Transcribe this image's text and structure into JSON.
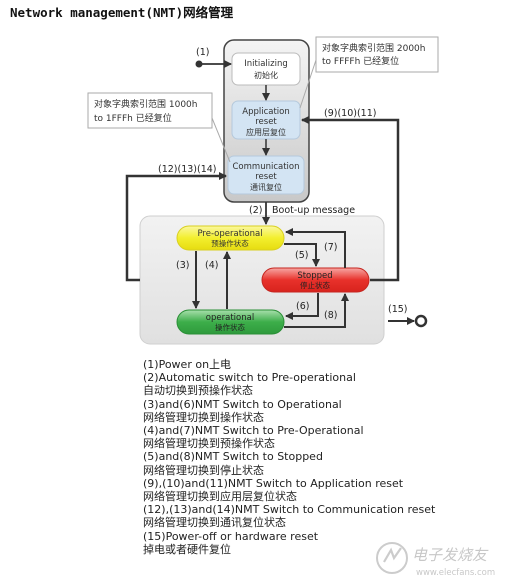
{
  "title": "Network management(NMT)网络管理",
  "states": {
    "initializing": {
      "en": "Initializing",
      "zh": "初始化"
    },
    "app_reset": {
      "en": "Application",
      "en2": "reset",
      "zh": "应用层复位"
    },
    "comm_reset": {
      "en": "Communication",
      "en2": "reset",
      "zh": "通讯复位"
    },
    "pre_operational": {
      "en": "Pre-operational",
      "zh": "预操作状态"
    },
    "stopped": {
      "en": "Stopped",
      "zh": "停止状态"
    },
    "operational": {
      "en": "operational",
      "zh": "操作状态"
    }
  },
  "notes": {
    "app_note": {
      "line1": "对象字典索引范围 2000h",
      "line2": "to FFFFh 已经复位"
    },
    "comm_note": {
      "line1": "对象字典索引范围 1000h",
      "line2": "to 1FFFh 已经复位"
    }
  },
  "transitions": {
    "t1": "(1)",
    "t2": "(2)",
    "bootup": "Boot-up message",
    "t3": "(3)",
    "t4": "(4)",
    "t5": "(5)",
    "t6": "(6)",
    "t7": "(7)",
    "t8": "(8)",
    "t9_10_11": "(9)(10)(11)",
    "t12_13_14": "(12)(13)(14)",
    "t15": "(15)"
  },
  "legend": [
    "(1)Power on上电",
    "(2)Automatic switch to Pre-operational",
    "自动切换到预操作状态",
    "(3)and(6)NMT Switch to Operational",
    "网络管理切换到操作状态",
    "(4)and(7)NMT Switch to Pre-Operational",
    "网络管理切换到预操作状态",
    "(5)and(8)NMT Switch to Stopped",
    "网络管理切换到停止状态",
    "(9),(10)and(11)NMT Switch to Application reset",
    "网络管理切换到应用层复位状态",
    "(12),(13)and(14)NMT Switch to Communication reset",
    "网络管理切换到通讯复位状态",
    "(15)Power-off or hardware reset",
    "掉电或者硬件复位"
  ],
  "watermark": {
    "main": "电子发烧友",
    "url": "www.elecfans.com"
  },
  "colors": {
    "pre_operational": "#f3ef2e",
    "stopped": "#e8312b",
    "operational": "#3dae4a",
    "reset_box": "#d3e4f3",
    "arrow": "#333333"
  }
}
